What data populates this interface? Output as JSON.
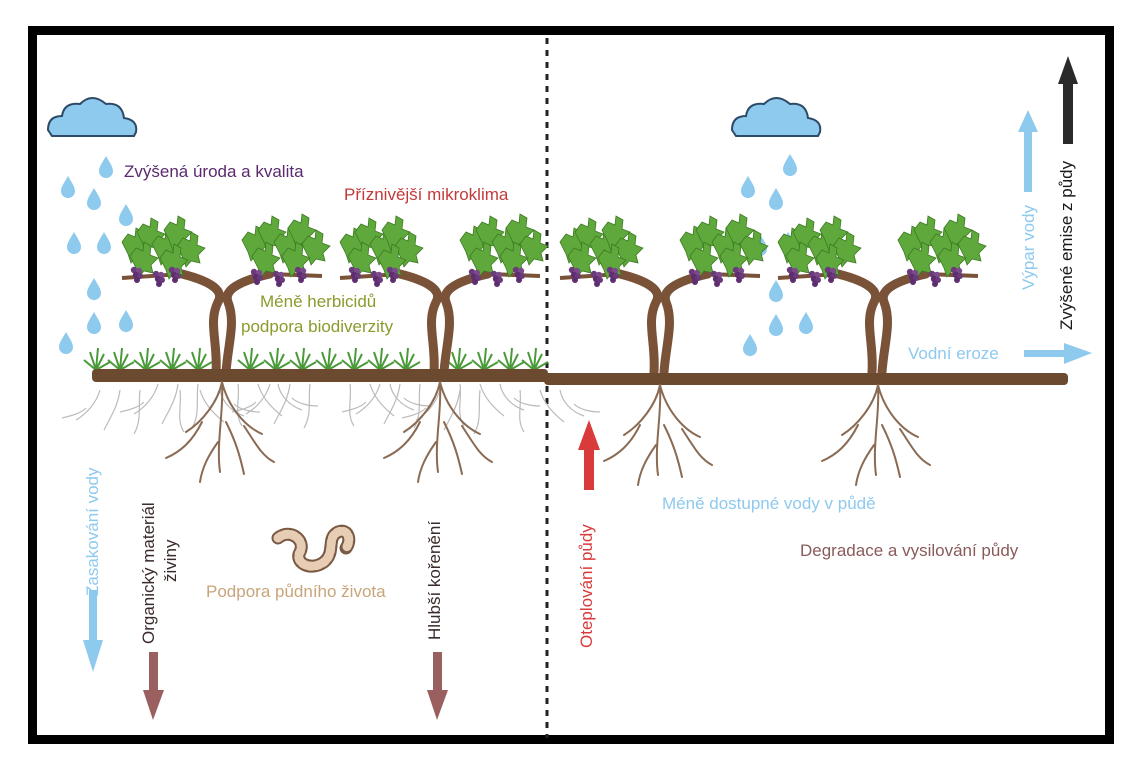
{
  "left_panel": {
    "yield_quality": "Zvýšená úroda a kvalita",
    "microclimate": "Příznivější mikroklima",
    "herbicides_line1": "Méně herbicidů",
    "herbicides_line2": "podpora biodiverzity",
    "infiltration": "Zasakování vody",
    "organic_line1": "Organický materiál",
    "organic_line2": "živiny",
    "soil_life": "Podpora půdního života",
    "deep_roots": "Hlubší kořenění"
  },
  "right_panel": {
    "evaporation": "Výpar vody",
    "emissions": "Zvýšené emise z půdy",
    "erosion": "Vodní eroze",
    "soil_warming": "Oteplování půdy",
    "less_water": "Méně dostupné vody v půdě",
    "degradation": "Degradace a vysilování půdy"
  },
  "colors": {
    "purple_text": "#5b2a6e",
    "red_text": "#c23a3a",
    "olive_text": "#8c9a2c",
    "light_blue": "#8ec9ee",
    "tan_text": "#c8a57a",
    "dark_text": "#3a2a2a",
    "brown_text": "#8a5a5a",
    "red_arrow": "#d93a3a",
    "mauve_arrow": "#9a5f5f",
    "soil": "#6b4a30"
  },
  "icons": [
    "cloud-icon",
    "raindrop-icon",
    "grapevine-icon",
    "roots-icon",
    "earthworm-icon",
    "grass-icon",
    "arrow-icon"
  ]
}
